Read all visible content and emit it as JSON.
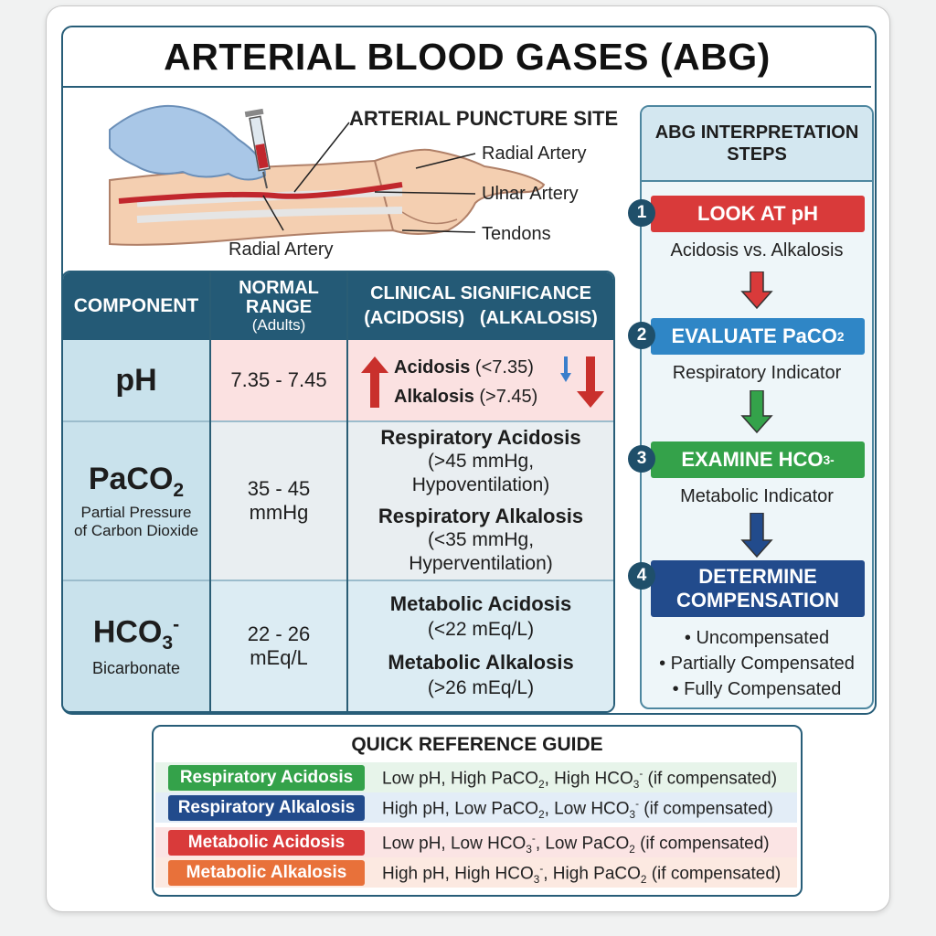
{
  "title": "ARTERIAL BLOOD GASES (ABG)",
  "illustration": {
    "heading": "ARTERIAL PUNCTURE SITE",
    "labels": [
      "Radial Artery",
      "Ulnar Artery",
      "Tendons",
      "Radial Artery"
    ]
  },
  "table": {
    "headers": {
      "component": "COMPONENT",
      "range_line1": "NORMAL",
      "range_line2": "RANGE",
      "range_line3": "(Adults)",
      "sig_line1": "CLINICAL SIGNIFICANCE",
      "sig_line2": "(ACIDOSIS)   (ALKALOSIS)"
    },
    "ph": {
      "name": "pH",
      "range": "7.35 - 7.45",
      "acidosis_label": "Acidosis",
      "acidosis_value": "(<7.35)",
      "alkalosis_label": "Alkalosis",
      "alkalosis_value": "(>7.45)"
    },
    "paco2": {
      "name": "PaCO",
      "sub": "2",
      "desc1": "Partial Pressure",
      "desc2": "of Carbon Dioxide",
      "range1": "35 - 45",
      "range2": "mmHg",
      "sig1_title": "Respiratory Acidosis",
      "sig1_l1": "(>45 mmHg,",
      "sig1_l2": "Hypoventilation)",
      "sig2_title": "Respiratory Alkalosis",
      "sig2_l1": "(<35 mmHg,",
      "sig2_l2": "Hyperventilation)"
    },
    "hco3": {
      "name": "HCO",
      "sub": "3",
      "sup": "-",
      "desc": "Bicarbonate",
      "range1": "22 - 26",
      "range2": "mEq/L",
      "sig1_title": "Metabolic Acidosis",
      "sig1_l1": "(<22 mEq/L)",
      "sig2_title": "Metabolic Alkalosis",
      "sig2_l1": "(>26 mEq/L)"
    }
  },
  "steps": {
    "heading_line1": "ABG INTERPRETATION",
    "heading_line2": "STEPS",
    "items": [
      {
        "num": "1",
        "label": "LOOK AT pH",
        "desc": "Acidosis vs. Alkalosis",
        "color": "#d93a3a"
      },
      {
        "num": "2",
        "label": "EVALUATE PaCO",
        "sub": "2",
        "desc": "Respiratory Indicator",
        "color": "#2f86c6"
      },
      {
        "num": "3",
        "label": "EXAMINE HCO",
        "sub": "3",
        "sup": "-",
        "desc": "Metabolic Indicator",
        "color": "#34a24a"
      },
      {
        "num": "4",
        "label_line1": "DETERMINE",
        "label_line2": "COMPENSATION",
        "color": "#224b8c",
        "bullets": [
          "• Uncompensated",
          "• Partially Compensated",
          "• Fully Compensated"
        ]
      }
    ],
    "arrow_colors": [
      "#d93a3a",
      "#34a24a",
      "#224b8c"
    ]
  },
  "quick_reference": {
    "title": "QUICK REFERENCE GUIDE",
    "rows": [
      {
        "label": "Respiratory Acidosis",
        "pill_color": "#34a24a",
        "bg": "#e7f4ea",
        "d1": "Low pH, High PaCO",
        "s1": "2",
        "d2": ", High HCO",
        "s2": "3",
        "p2": "-",
        "d3": " (if compensated)"
      },
      {
        "label": "Respiratory Alkalosis",
        "pill_color": "#224b8c",
        "bg": "#e3edf7",
        "d1": "High pH,  Low PaCO",
        "s1": "2",
        "d2": ", Low HCO",
        "s2": "3",
        "p2": "-",
        "d3": " (if compensated)"
      },
      {
        "label": "Metabolic Acidosis",
        "pill_color": "#d93a3a",
        "bg": "#fbe4e4",
        "d1": "Low pH,  Low HCO",
        "s1": "3",
        "p1": "-",
        "d2": ", Low PaCO",
        "s2": "2",
        "d3": " (if compensated)"
      },
      {
        "label": "Metabolic Alkalosis",
        "pill_color": "#e8713a",
        "bg": "#fce9e1",
        "d1": "High pH, High HCO",
        "s1": "3",
        "p1": "-",
        "d2": ", High PaCO",
        "s2": "2",
        "d3": " (if compensated)"
      }
    ]
  }
}
